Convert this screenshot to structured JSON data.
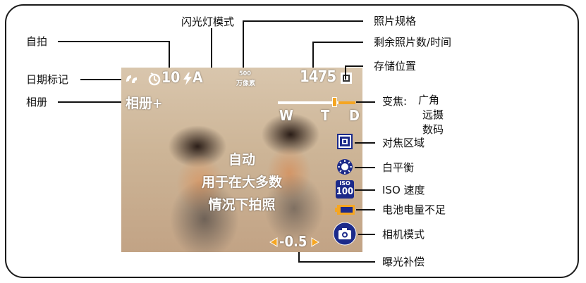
{
  "callouts": {
    "self_timer": "自拍",
    "flash_mode": "闪光灯模式",
    "photo_size": "照片规格",
    "pictures_remaining": "剩余照片数/时间",
    "storage_location": "存储位置",
    "date_stamp": "日期标记",
    "album": "相册",
    "zoom": "变焦:",
    "zoom_wide": "广角",
    "zoom_tele": "远摄",
    "zoom_digital": "数码",
    "focus_zone": "对焦区域",
    "white_balance": "白平衡",
    "iso_speed": "ISO 速度",
    "battery_low": "电池电量不足",
    "camera_mode": "相机模式",
    "exposure_comp": "曝光补偿"
  },
  "lcd": {
    "self_timer_value": "10",
    "flash_value": "A",
    "photo_size_top": "500",
    "photo_size_bottom": "万像素",
    "pictures_count": "1475",
    "album_label": "相册+",
    "zoom_w": "W",
    "zoom_t": "T",
    "zoom_d": "D",
    "iso_top": "ISO",
    "iso_value": "100",
    "exposure_value": "-0.5",
    "mode_line1": "自动",
    "mode_line2": "用于在大多数",
    "mode_line3": "情况下拍照",
    "zoom_level": 0.73
  },
  "colors": {
    "accent_orange": "#f5a623",
    "icon_blue": "#1c2a8a",
    "lcd_text": "#ffffff"
  }
}
